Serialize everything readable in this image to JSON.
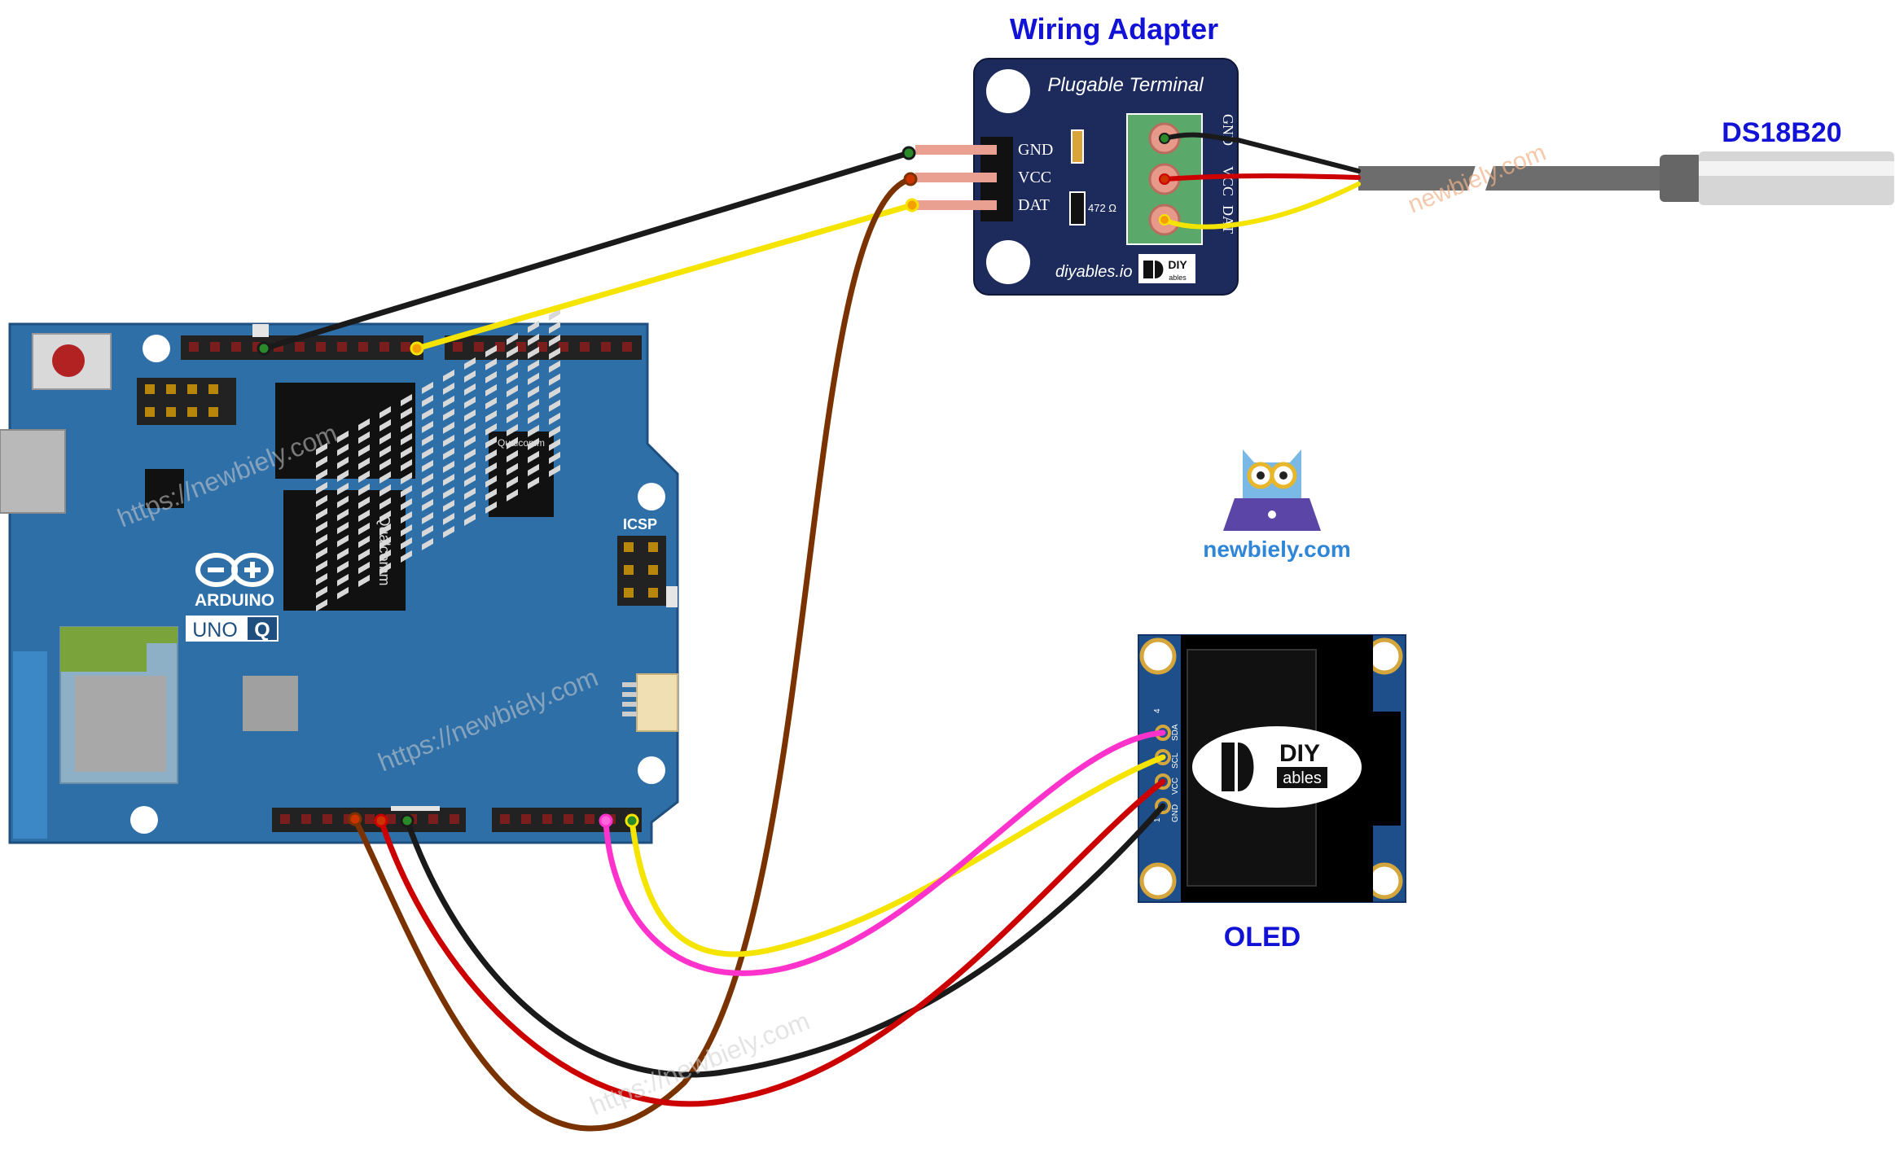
{
  "labels": {
    "wiring_adapter": "Wiring Adapter",
    "ds18b20": "DS18B20",
    "oled": "OLED",
    "brand": "newbiely.com"
  },
  "adapter": {
    "title": "Plugable Terminal",
    "pins": [
      "GND",
      "VCC",
      "DAT"
    ],
    "resistor": "472 Ω",
    "terminal_pins": [
      "GND",
      "VCC",
      "DAT"
    ],
    "site": "diyables.io",
    "logo_top": "DIY",
    "logo_bottom": "ables"
  },
  "arduino": {
    "brand": "ARDUINO",
    "model": "UNO",
    "model_suffix": "Q",
    "icsp": "ICSP",
    "chip_small": "Qualcomm",
    "chip_large": "Qualcomm"
  },
  "oled_module": {
    "pin_numbers": [
      "4",
      "1"
    ],
    "pins": [
      "SDA",
      "SCL",
      "VCC",
      "GND"
    ],
    "logo_top": "DIY",
    "logo_bottom": "ables"
  },
  "watermarks": {
    "url": "https://newbiely.com",
    "short": "newbiely.com"
  },
  "wire_colors": {
    "black": "#1a1a1a",
    "red": "#cc0000",
    "yellow": "#f5e400",
    "brown": "#7a3300",
    "magenta": "#ff33cc"
  },
  "board_color": "#2e6fa8"
}
